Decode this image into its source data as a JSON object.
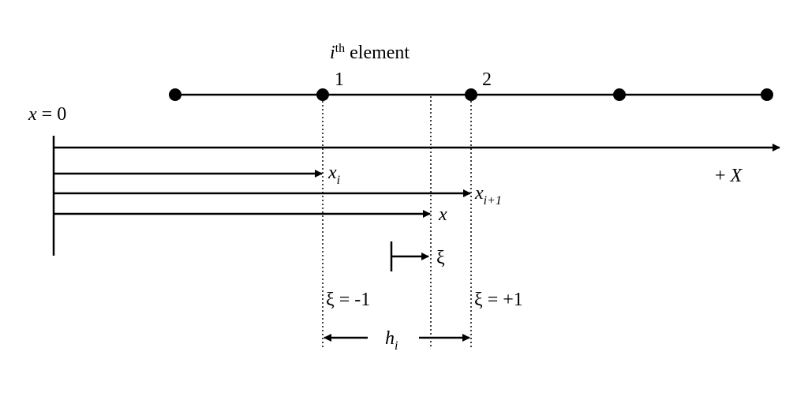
{
  "diagram": {
    "element_label": {
      "var": "i",
      "sup": "th",
      "text": " element"
    },
    "node_labels": {
      "node1": "1",
      "node2": "2"
    },
    "origin_label": {
      "var": "x",
      "rest": " = 0"
    },
    "axis_label": {
      "prefix": "+ ",
      "var": "X"
    },
    "xi_label": {
      "var": "x",
      "sub": "i"
    },
    "xi1_label": {
      "var": "x",
      "sub": "i+1"
    },
    "x_label": "x",
    "xi_symbol": "ξ",
    "xi_minus": "ξ = -1",
    "xi_plus": "ξ = +1",
    "h_label": {
      "var": "h",
      "sub": "i"
    }
  }
}
